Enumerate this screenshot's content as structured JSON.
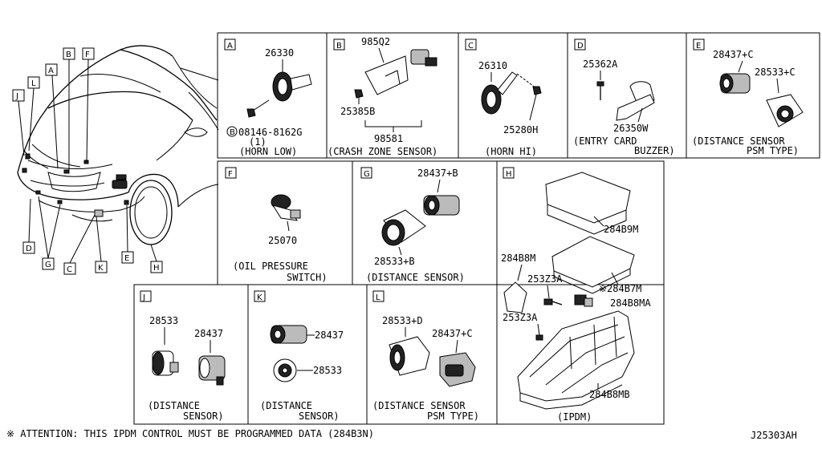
{
  "footer": {
    "attention": "※ ATTENTION: THIS IPDM CONTROL MUST BE PROGRAMMED DATA (284B3N)",
    "diagram_code": "J25303AH"
  },
  "car_callouts": [
    "A",
    "B",
    "F",
    "J",
    "L",
    "D",
    "G",
    "C",
    "K",
    "E",
    "H"
  ],
  "panels": {
    "A": {
      "letter": "A",
      "parts": [
        "26330",
        "08146-8162G",
        "(1)"
      ],
      "caption": "(HORN LOW)",
      "bolt_mark": "B"
    },
    "B": {
      "letter": "B",
      "parts": [
        "985Q2",
        "25385B",
        "98581"
      ],
      "caption": "(CRASH ZONE SENSOR)"
    },
    "C": {
      "letter": "C",
      "parts": [
        "26310",
        "25280H"
      ],
      "caption": "(HORN HI)"
    },
    "D": {
      "letter": "D",
      "parts": [
        "25362A",
        "26350W"
      ],
      "caption1": "(ENTRY CARD",
      "caption2": "BUZZER)"
    },
    "E": {
      "letter": "E",
      "parts": [
        "28437+C",
        "28533+C"
      ],
      "caption1": "(DISTANCE SENSOR",
      "caption2": "PSM TYPE)"
    },
    "F": {
      "letter": "F",
      "parts": [
        "25070"
      ],
      "caption1": "(OIL PRESSURE",
      "caption2": "SWITCH)"
    },
    "G": {
      "letter": "G",
      "parts": [
        "28437+B",
        "28533+B"
      ],
      "caption": "(DISTANCE SENSOR)"
    },
    "H": {
      "letter": "H",
      "parts": [
        "284B9M",
        "284B8M",
        "253Z3A",
        "※284B7M",
        "284B8MA",
        "253Z3A",
        "284B8MB"
      ],
      "caption": "(IPDM)"
    },
    "J": {
      "letter": "J",
      "parts": [
        "28533",
        "28437"
      ],
      "caption1": "(DISTANCE",
      "caption2": "SENSOR)"
    },
    "K": {
      "letter": "K",
      "parts": [
        "28437",
        "28533"
      ],
      "caption1": "(DISTANCE",
      "caption2": "SENSOR)"
    },
    "L": {
      "letter": "L",
      "parts": [
        "28533+D",
        "28437+C"
      ],
      "caption1": "(DISTANCE SENSOR",
      "caption2": "PSM TYPE)"
    }
  }
}
